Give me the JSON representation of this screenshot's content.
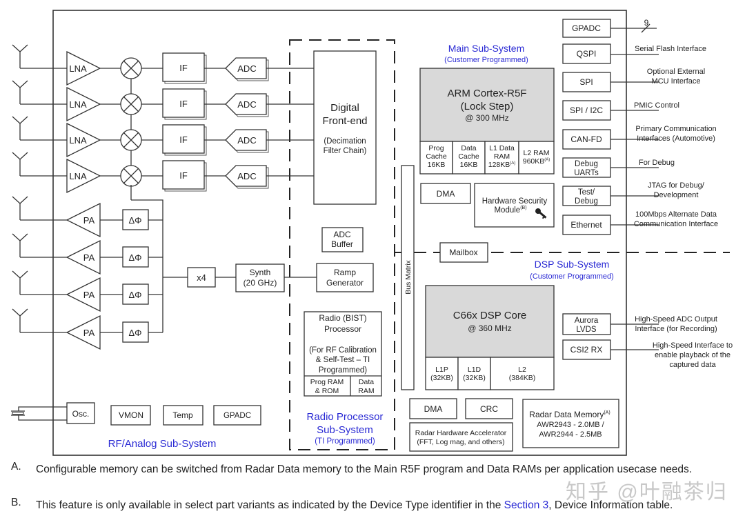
{
  "rf_subsystem": {
    "title": "RF/Analog Sub-System",
    "lna": [
      "LNA",
      "LNA",
      "LNA",
      "LNA"
    ],
    "if": [
      "IF",
      "IF",
      "IF",
      "IF"
    ],
    "adc": [
      "ADC",
      "ADC",
      "ADC",
      "ADC"
    ],
    "pa": [
      "PA",
      "PA",
      "PA",
      "PA"
    ],
    "phase": [
      "ΔΦ",
      "ΔΦ",
      "ΔΦ",
      "ΔΦ"
    ],
    "multiplier": "x4",
    "synth": [
      "Synth",
      "(20 GHz)"
    ],
    "osc": "Osc.",
    "vmon": "VMON",
    "temp": "Temp",
    "gpadc": "GPADC"
  },
  "radio_processor": {
    "title": [
      "Radio Processor",
      "Sub-System"
    ],
    "subtitle": "(TI Programmed)",
    "dfe": {
      "title": [
        "Digital",
        "Front-end"
      ],
      "sub": [
        "(Decimation",
        "Filter Chain)"
      ]
    },
    "adc_buffer": [
      "ADC",
      "Buffer"
    ],
    "ramp_gen": [
      "Ramp",
      "Generator"
    ],
    "bist": {
      "title": [
        "Radio (BIST)",
        "Processor"
      ],
      "sub": [
        "(For RF Calibration",
        "& Self-Test  – TI",
        "Programmed)"
      ],
      "prog_ram": [
        "Prog RAM",
        "& ROM"
      ],
      "data_ram": [
        "Data",
        "RAM"
      ]
    }
  },
  "main_subsystem": {
    "title": "Main Sub-System",
    "subtitle": "(Customer Programmed)",
    "cpu": [
      "ARM Cortex-R5F",
      "(Lock Step)",
      "@ 300 MHz"
    ],
    "mem": [
      [
        "Prog",
        "Cache",
        "16KB"
      ],
      [
        "Data",
        "Cache",
        "16KB"
      ],
      [
        "L1 Data",
        "RAM",
        "128KB"
      ],
      [
        "L2 RAM",
        "960KB"
      ]
    ],
    "mem_note": "(A)",
    "dma": "DMA",
    "hsm": [
      "Hardware Security",
      "Module"
    ],
    "hsm_note": "(B)",
    "mailbox": "Mailbox",
    "bus_matrix": "Bus Matrix"
  },
  "dsp_subsystem": {
    "title": "DSP Sub-System",
    "subtitle": "(Customer Programmed)",
    "core": [
      "C66x DSP Core",
      "@ 360 MHz"
    ],
    "mem": [
      [
        "L1P",
        "(32KB)"
      ],
      [
        "L1D",
        "(32KB)"
      ],
      [
        "L2",
        "(384KB)"
      ]
    ],
    "dma": "DMA",
    "crc": "CRC",
    "hwa": [
      "Radar Hardware Accelerator",
      "(FFT, Log mag, and others)"
    ],
    "rdm": [
      "Radar Data Memory",
      "AWR2943 - 2.0MB /",
      "AWR2944 - 2.5MB"
    ],
    "rdm_note": "(A)"
  },
  "peripherals": [
    {
      "box": [
        "GPADC"
      ],
      "desc": [
        "9"
      ]
    },
    {
      "box": [
        "QSPI"
      ],
      "desc": [
        "Serial Flash Interface"
      ]
    },
    {
      "box": [
        "SPI"
      ],
      "desc": [
        "Optional External",
        "MCU Interface"
      ]
    },
    {
      "box": [
        "SPI / I2C"
      ],
      "desc": [
        "PMIC Control"
      ]
    },
    {
      "box": [
        "CAN-FD"
      ],
      "desc": [
        "Primary Communication",
        "Interfaces (Automotive)"
      ]
    },
    {
      "box": [
        "Debug",
        "UARTs"
      ],
      "desc": [
        "For Debug"
      ]
    },
    {
      "box": [
        "Test/",
        "Debug"
      ],
      "desc": [
        "JTAG for Debug/",
        "Development"
      ]
    },
    {
      "box": [
        "Ethernet"
      ],
      "desc": [
        "100Mbps Alternate Data",
        "Communication Interface"
      ]
    },
    {
      "box": [
        "Aurora",
        "LVDS"
      ],
      "desc": [
        "High-Speed ADC Output",
        "Interface (for Recording)"
      ]
    },
    {
      "box": [
        "CSI2 RX"
      ],
      "desc": [
        "High-Speed Interface to",
        "enable playback of the",
        "captured data"
      ]
    }
  ],
  "notes": [
    {
      "letter": "A.",
      "text": "Configurable memory can be switched from Radar Data memory to the Main R5F program and Data RAMs per application usecase needs."
    },
    {
      "letter": "B.",
      "text_before": "This feature is only available in select part variants as indicated by the Device Type identifier in the ",
      "link": "Section 3",
      "text_after": ", Device Information table."
    }
  ],
  "watermark": "知乎 @叶融茶归"
}
